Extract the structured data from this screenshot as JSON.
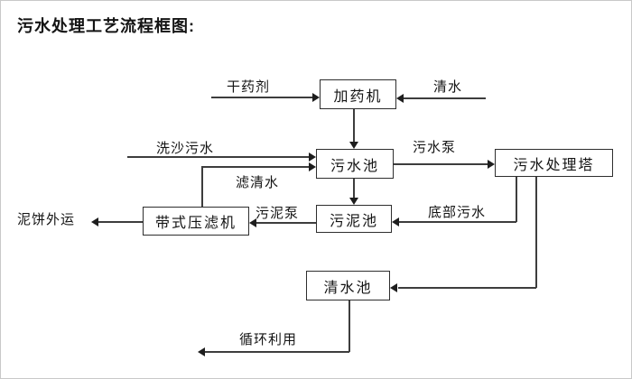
{
  "title": "污水处理工艺流程框图:",
  "diagram": {
    "nodes": {
      "dosing_machine": "加药机",
      "sewage_pool": "污水池",
      "treatment_tower": "污水处理塔",
      "sludge_pool": "污泥池",
      "belt_filter_press": "带式压滤机",
      "clean_water_pool": "清水池"
    },
    "flow_labels": {
      "dry_agent": "干药剂",
      "clean_water": "清水",
      "sand_washing_sewage": "洗沙污水",
      "sewage_pump": "污水泵",
      "filtered_clean_water": "滤清水",
      "bottom_sewage": "底部污水",
      "sludge_pump": "污泥泵",
      "mud_cake_transport": "泥饼外运",
      "recycling_use": "循环利用"
    },
    "edges": [
      {
        "from": "干药剂",
        "to": "加药机"
      },
      {
        "from": "清水",
        "to": "加药机"
      },
      {
        "from": "加药机",
        "to": "污水池"
      },
      {
        "from": "洗沙污水",
        "to": "污水池"
      },
      {
        "from": "带式压滤机",
        "to": "污水池",
        "label": "滤清水"
      },
      {
        "from": "污水池",
        "to": "污水处理塔",
        "label": "污水泵"
      },
      {
        "from": "污水池",
        "to": "污泥池"
      },
      {
        "from": "污水处理塔",
        "to": "污泥池",
        "label": "底部污水"
      },
      {
        "from": "污泥池",
        "to": "带式压滤机",
        "label": "污泥泵"
      },
      {
        "from": "带式压滤机",
        "to": "泥饼外运"
      },
      {
        "from": "污水处理塔",
        "to": "清水池"
      },
      {
        "from": "清水池",
        "to": "循环利用"
      }
    ],
    "colors": {
      "background": "#ffffff",
      "line": "#3d3d3d",
      "box_border": "#2e2e2e",
      "text": "#141414"
    }
  }
}
